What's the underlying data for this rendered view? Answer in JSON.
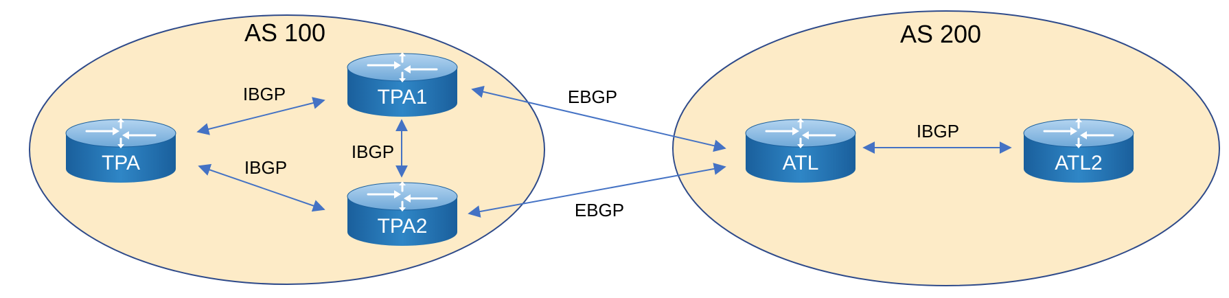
{
  "autonomous_systems": [
    {
      "label": "AS 100"
    },
    {
      "label": "AS 200"
    }
  ],
  "routers": [
    {
      "label": "TPA1"
    },
    {
      "label": "TPA"
    },
    {
      "label": "TPA2"
    },
    {
      "label": "ATL"
    },
    {
      "label": "ATL2"
    }
  ],
  "links": [
    {
      "label": "IBGP"
    },
    {
      "label": "IBGP"
    },
    {
      "label": "IBGP"
    },
    {
      "label": "EBGP"
    },
    {
      "label": "EBGP"
    },
    {
      "label": "IBGP"
    }
  ],
  "colors": {
    "as_fill": "#fdebc7",
    "as_stroke": "#2e4a8a",
    "link": "#4472c4",
    "router_top": "#8fbde6",
    "router_body": "#1f6fb0"
  },
  "icons": [
    "router-icon"
  ]
}
